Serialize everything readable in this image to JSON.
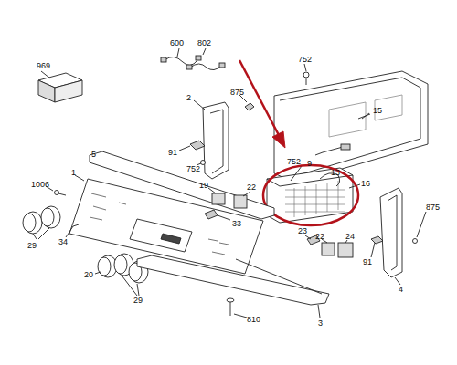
{
  "diagram": {
    "labels": [
      "969",
      "600",
      "802",
      "752",
      "875",
      "2",
      "15",
      "91",
      "752",
      "752",
      "9",
      "13",
      "16",
      "1006",
      "1",
      "5",
      "19",
      "22",
      "33",
      "29",
      "34",
      "23",
      "22",
      "24",
      "875",
      "91",
      "4",
      "20",
      "29",
      "810",
      "3"
    ]
  }
}
